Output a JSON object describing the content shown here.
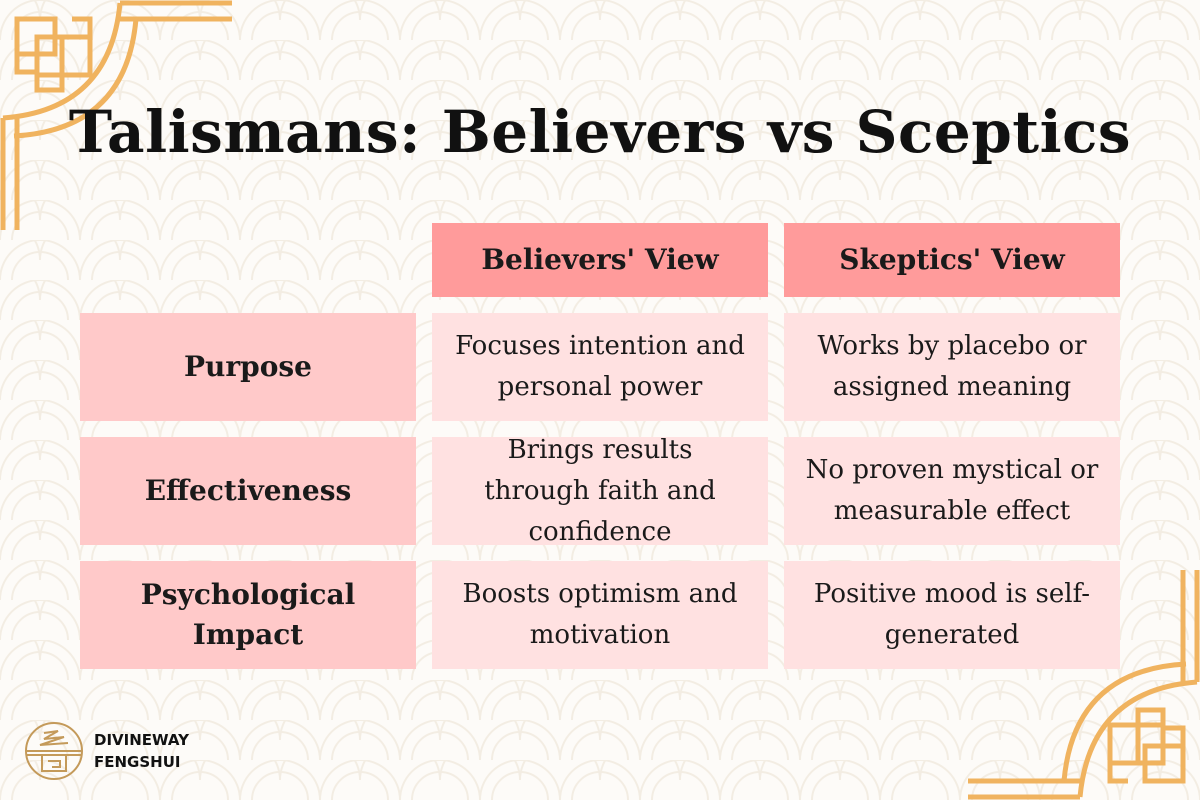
{
  "title": "Talismans: Believers vs Sceptics",
  "columns": [
    "Believers' View",
    "Skeptics' View"
  ],
  "rows": [
    {
      "label": "Purpose",
      "believers": "Focuses intention and personal power",
      "skeptics": "Works by placebo or assigned meaning"
    },
    {
      "label": "Effectiveness",
      "believers": "Brings results through faith and confidence",
      "skeptics": "No proven mystical or measurable effect"
    },
    {
      "label": "Psychological Impact",
      "believers": "Boosts optimism and motivation",
      "skeptics": "Positive mood is self-generated"
    }
  ],
  "brand": {
    "line1": "DIVINEWAY",
    "line2": "FENGSHUI"
  },
  "colors": {
    "header": "#ff9b9b",
    "label": "#ffc9c9",
    "cell": "#ffe1e1",
    "ornament": "#f0b35f",
    "logo": "#c49a5a"
  }
}
